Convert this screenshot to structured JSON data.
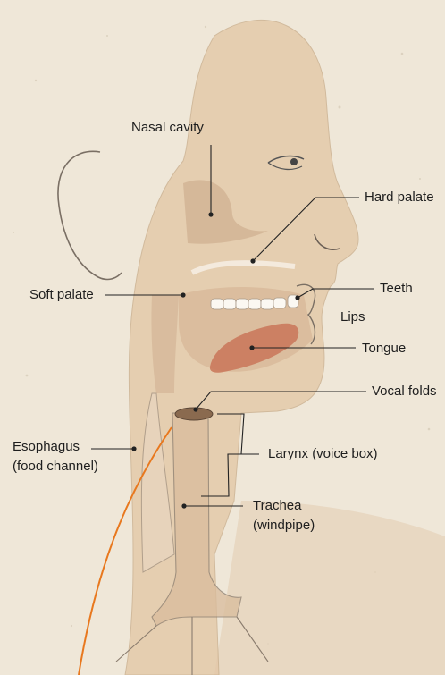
{
  "diagram": {
    "labels": {
      "nasal_cavity": "Nasal cavity",
      "hard_palate": "Hard palate",
      "soft_palate": "Soft palate",
      "teeth": "Teeth",
      "lips": "Lips",
      "tongue": "Tongue",
      "vocal_folds": "Vocal folds",
      "esophagus_line1": "Esophagus",
      "esophagus_line2": "(food channel)",
      "larynx": "Larynx (voice box)",
      "trachea_line1": "Trachea",
      "trachea_line2": "(windpipe)"
    },
    "colors": {
      "background": "#efe7d8",
      "silhouette": "#e3c7a6",
      "outline": "#7a6f64",
      "tongue": "#c97658",
      "leader_line": "#222222",
      "orange_line": "#e8781e"
    }
  }
}
